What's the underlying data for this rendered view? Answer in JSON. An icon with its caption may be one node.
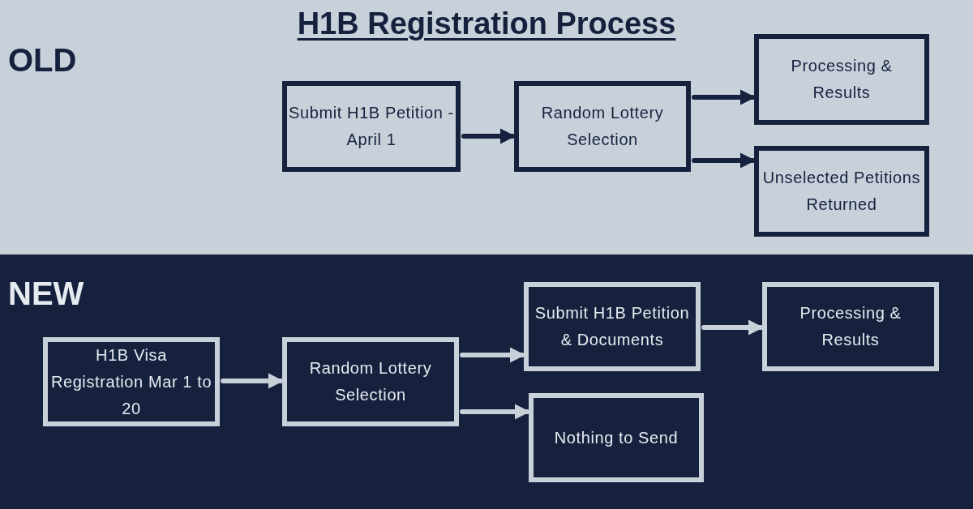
{
  "diagram": {
    "title": "H1B Registration Process",
    "nodes": [
      {
        "text": [
          "OLD"
        ]
      },
      {
        "text": [
          "Submit H1B Petition - April 1"
        ],
        "in": 0
      },
      {
        "text": [
          "Random Lottery Selection"
        ],
        "in": 0
      },
      {
        "text": [
          "Processing & Results"
        ],
        "in": 0
      },
      {
        "text": [
          "Unselected Petitions Returned"
        ],
        "in": 0
      },
      {
        "text": [
          "NEW"
        ]
      },
      {
        "text": [
          "H1B Visa Registration Mar 1 to 20"
        ],
        "in": 5
      },
      {
        "text": [
          "Random Lottery Selection"
        ],
        "in": 5
      },
      {
        "text": [
          "Submit H1B Petition & Documents"
        ],
        "in": 5
      },
      {
        "text": [
          "Nothing to Send"
        ],
        "in": 5
      },
      {
        "text": [
          "Processing & Results"
        ],
        "in": 5
      }
    ],
    "edges": [
      {
        "from": 1,
        "to": 2,
        "arrow": "to",
        "color": "#16213e"
      },
      {
        "from": 2,
        "to": 3,
        "arrow": "to",
        "color": "#16213e"
      },
      {
        "from": 2,
        "to": 4,
        "arrow": "to",
        "color": "#16213e"
      },
      {
        "from": 6,
        "to": 7,
        "arrow": "to"
      },
      {
        "from": 7,
        "to": 8,
        "arrow": "to"
      },
      {
        "from": 7,
        "to": 9,
        "arrow": "to"
      },
      {
        "from": 8,
        "to": 10,
        "arrow": "to"
      }
    ]
  }
}
